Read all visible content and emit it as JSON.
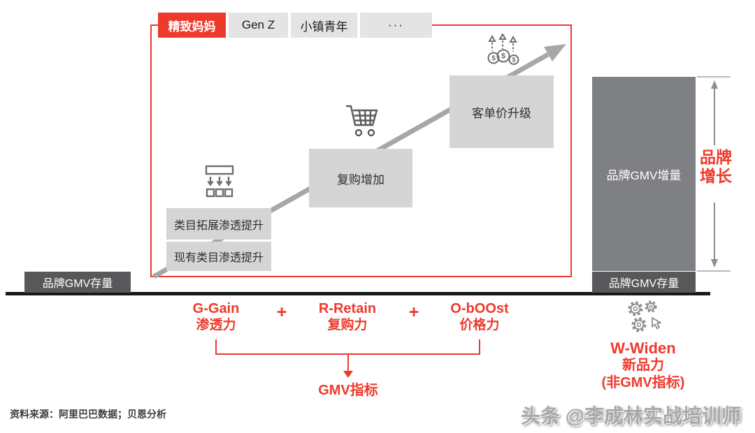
{
  "tabs": {
    "items": [
      {
        "label": "精致妈妈",
        "active": true
      },
      {
        "label": "Gen Z",
        "active": false
      },
      {
        "label": "小镇青年",
        "active": false
      },
      {
        "label": "···",
        "active": false
      }
    ]
  },
  "steps": {
    "existing": "现有类目渗透提升",
    "expand": "类目拓展渗透提升",
    "repurchase": "复购增加",
    "price_upgrade": "客单价升级"
  },
  "gmv": {
    "left_stock": "品牌GMV存量",
    "increment": "品牌GMV增量",
    "right_stock": "品牌GMV存量",
    "growth": {
      "line1": "品牌",
      "line2": "增长"
    }
  },
  "formula": {
    "gain": {
      "en": "G-Gain",
      "cn": "渗透力"
    },
    "retain": {
      "en": "R-Retain",
      "cn": "复购力"
    },
    "boost": {
      "en": "O-bOOst",
      "cn": "价格力"
    },
    "plus": "+",
    "result": "GMV指标"
  },
  "widen": {
    "en": "W-Widen",
    "cn": "新品力",
    "note": "(非GMV指标)"
  },
  "footer": {
    "source": "资料来源：阿里巴巴数据；贝恩分析",
    "watermark": "头条 @李成林实战培训师"
  },
  "icons": {
    "distribution": "category-distribution-icon",
    "cart": "shopping-cart-icon",
    "coins": "rising-price-coins-icon",
    "gears": "gears-icon"
  },
  "colors": {
    "accent": "#ee3a2c",
    "tab_bg": "#e4e4e4",
    "step_box": "#d5d5d5",
    "increment_box": "#7f8084",
    "stock_box": "#58585a",
    "arrow": "#a7a7a7",
    "baseline": "#1a1a1a",
    "text_dark": "#2e2e2e",
    "icon_gray": "#6e6e6e",
    "watermark": "#a9a9a9"
  }
}
